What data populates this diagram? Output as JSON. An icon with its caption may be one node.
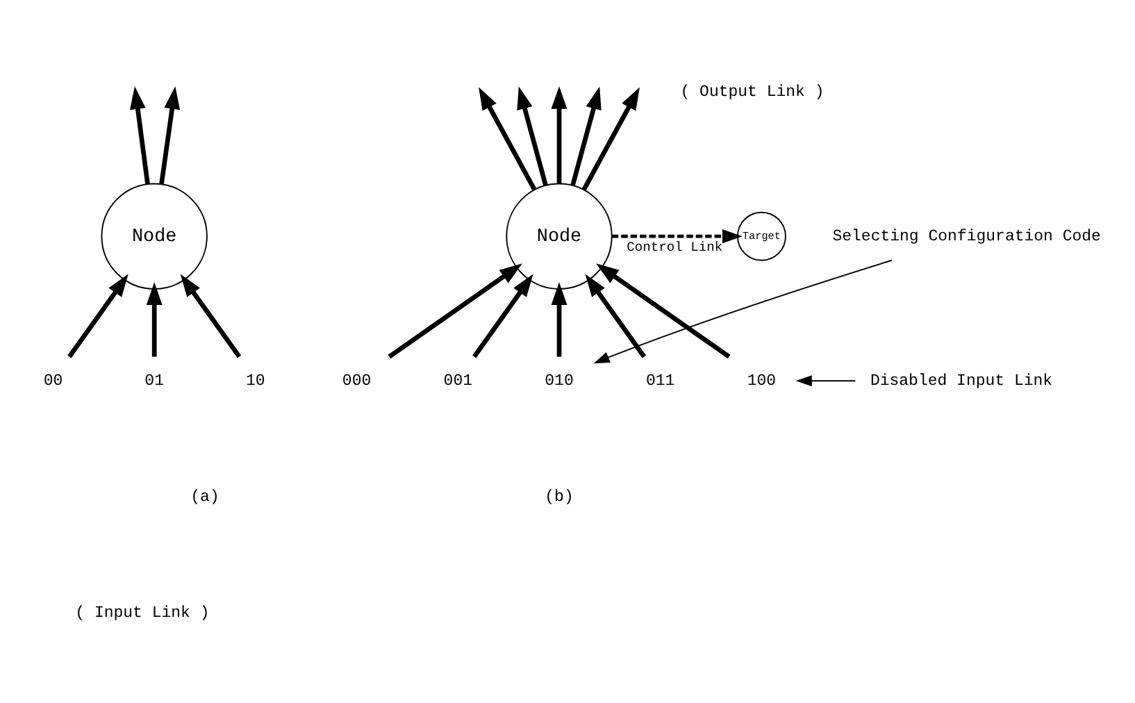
{
  "diagram": {
    "nodes": [
      {
        "text": [
          "Node"
        ]
      },
      {
        "text": [
          "00"
        ]
      },
      {
        "text": [
          "01"
        ]
      },
      {
        "text": [
          "10"
        ]
      },
      {
        "text": [
          "Node"
        ]
      },
      {
        "text": [
          "000"
        ]
      },
      {
        "text": [
          "001"
        ]
      },
      {
        "text": [
          "010"
        ]
      },
      {
        "text": [
          "011"
        ]
      },
      {
        "text": [
          "100"
        ]
      },
      {
        "text": [
          "Target"
        ]
      },
      {
        "text": [
          "Selecting Configuration Code"
        ]
      },
      {
        "text": [
          "Disabled Input Link"
        ]
      }
    ],
    "edges": [
      {
        "from": 1,
        "to": 0,
        "arrow": "to"
      },
      {
        "from": 2,
        "to": 0,
        "arrow": "to"
      },
      {
        "from": 3,
        "to": 0,
        "arrow": "to"
      },
      {
        "from": 0,
        "to": null,
        "arrow": "to"
      },
      {
        "from": 0,
        "to": null,
        "arrow": "to"
      },
      {
        "from": 5,
        "to": 4,
        "arrow": "to"
      },
      {
        "from": 6,
        "to": 4,
        "arrow": "to"
      },
      {
        "from": 7,
        "to": 4,
        "arrow": "to"
      },
      {
        "from": 8,
        "to": 4,
        "arrow": "to"
      },
      {
        "from": 9,
        "to": 4,
        "arrow": "to"
      },
      {
        "from": 4,
        "to": null,
        "arrow": "to"
      },
      {
        "from": 4,
        "to": null,
        "arrow": "to"
      },
      {
        "from": 4,
        "to": null,
        "arrow": "to"
      },
      {
        "from": 4,
        "to": null,
        "arrow": "to"
      },
      {
        "from": 4,
        "to": null,
        "arrow": "to"
      },
      {
        "from": 4,
        "to": 10,
        "arrow": "to",
        "style": "dashed",
        "label": "Control Link"
      },
      {
        "from": 11,
        "to": 7,
        "arrow": "to"
      },
      {
        "from": 12,
        "to": 9,
        "arrow": "to"
      }
    ],
    "labels": [
      "( Output Link )",
      "( Input Link )",
      "(a)",
      "(b)"
    ]
  }
}
